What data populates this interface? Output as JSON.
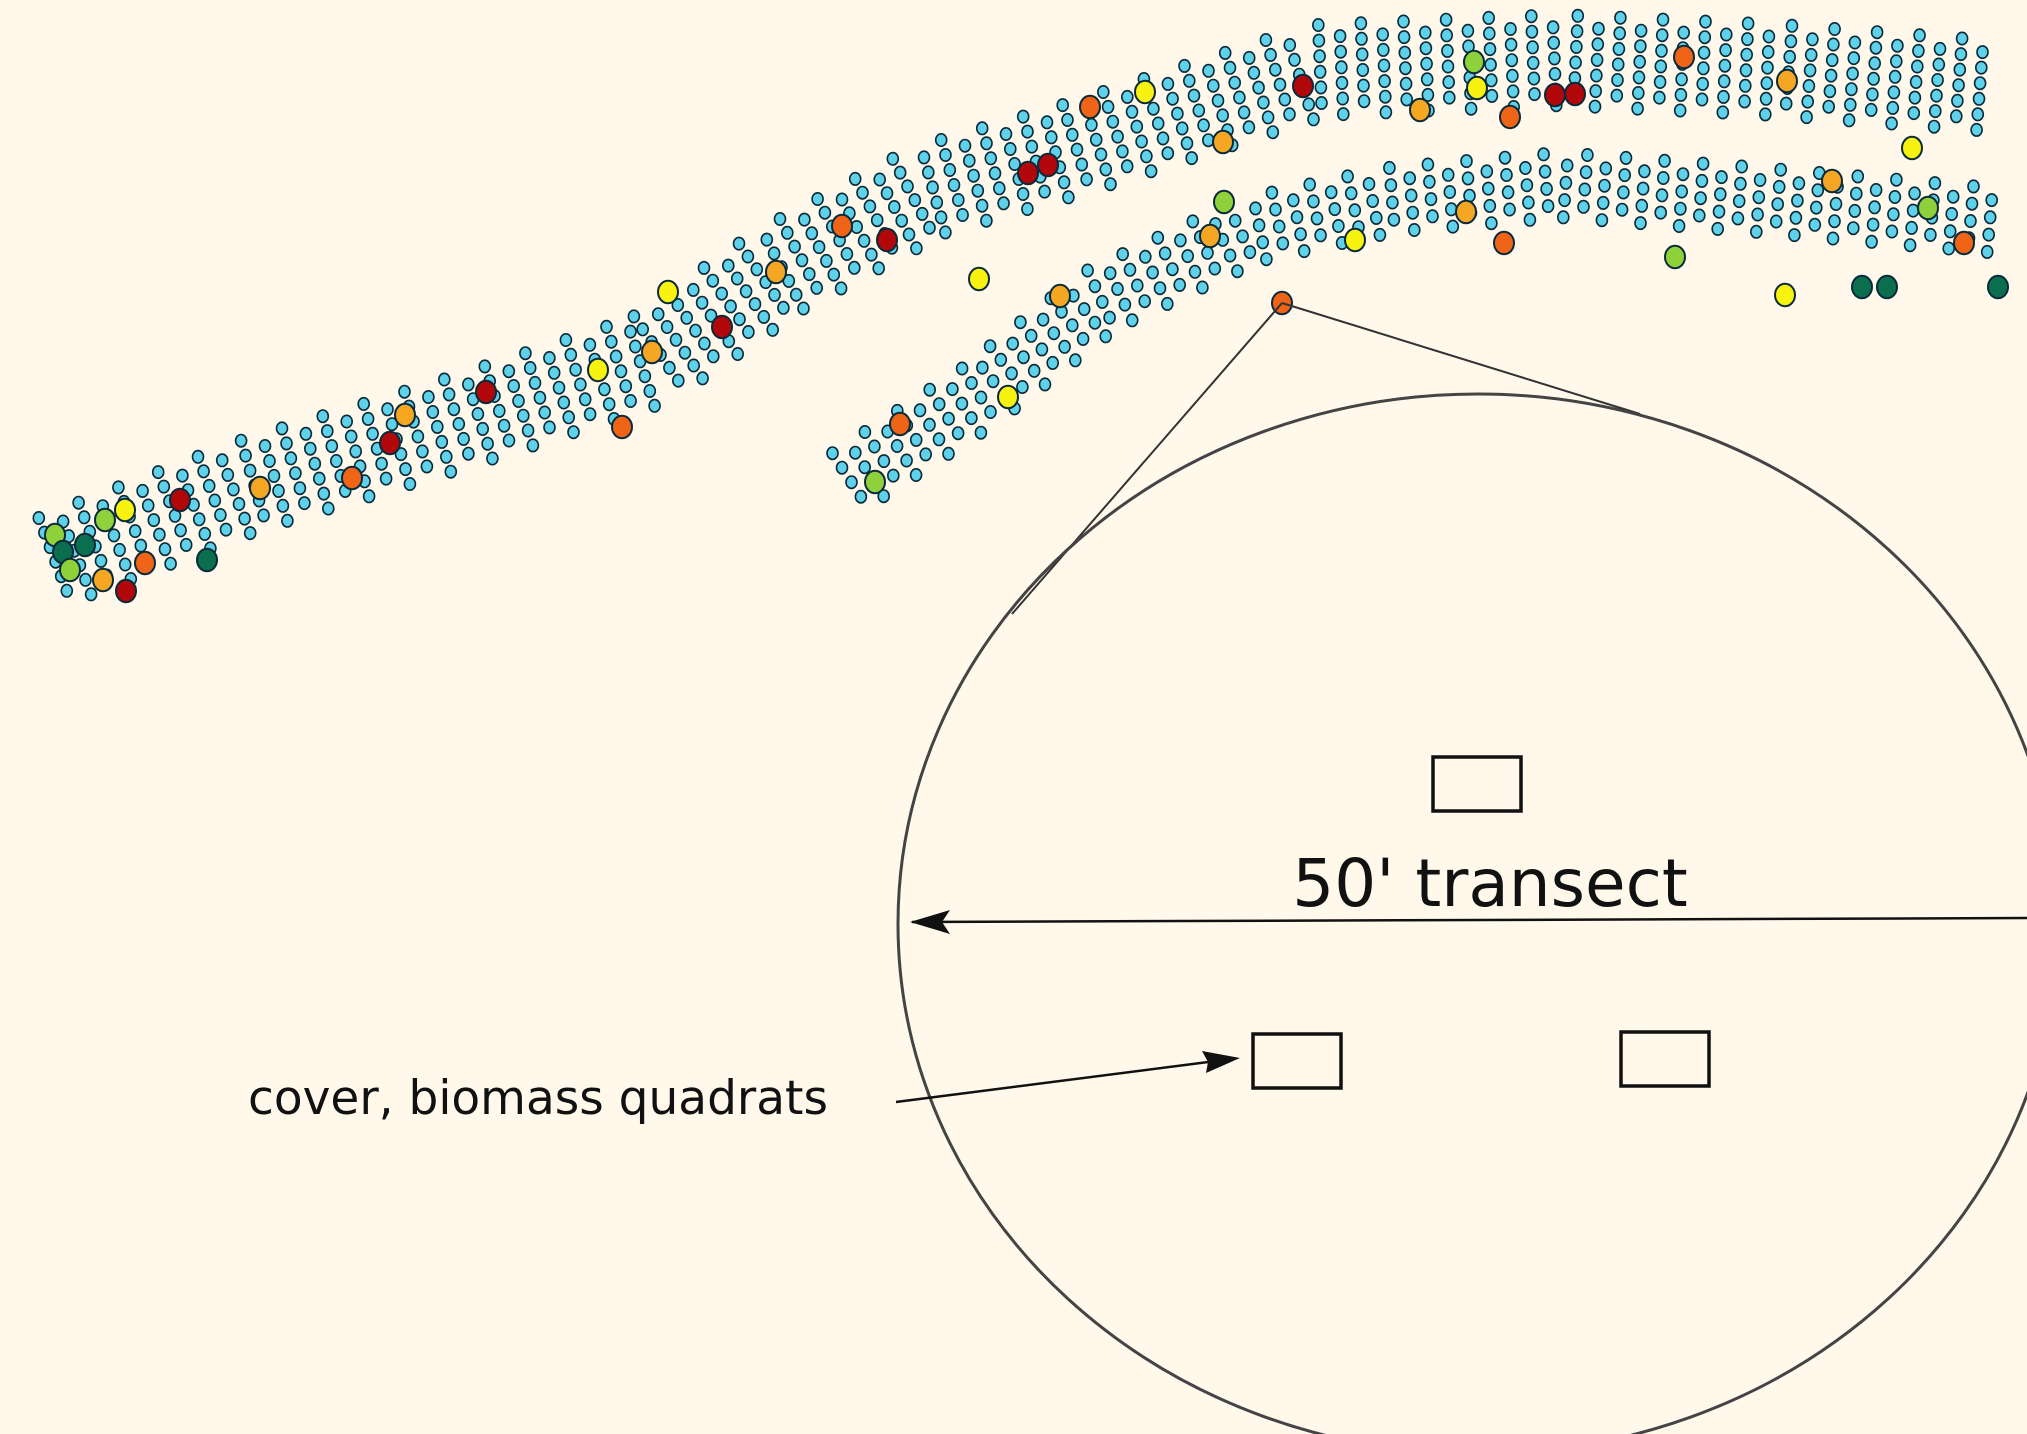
{
  "background_color": "#fff8eb",
  "transect_label": "50' transect",
  "quadrat_label": "cover, biomass quadrats",
  "sample_point_color": "#5fd1e8",
  "sample_point_stroke": "#0a2a3a",
  "highlight_categories": [
    {
      "id": "dark-green",
      "color": "#0b6e4f"
    },
    {
      "id": "light-green",
      "color": "#8fd13a"
    },
    {
      "id": "yellow",
      "color": "#f7f20f"
    },
    {
      "id": "light-orange",
      "color": "#f5a623"
    },
    {
      "id": "orange",
      "color": "#f06418"
    },
    {
      "id": "dark-red",
      "color": "#b1070b"
    }
  ],
  "quadrat_count": 3
}
